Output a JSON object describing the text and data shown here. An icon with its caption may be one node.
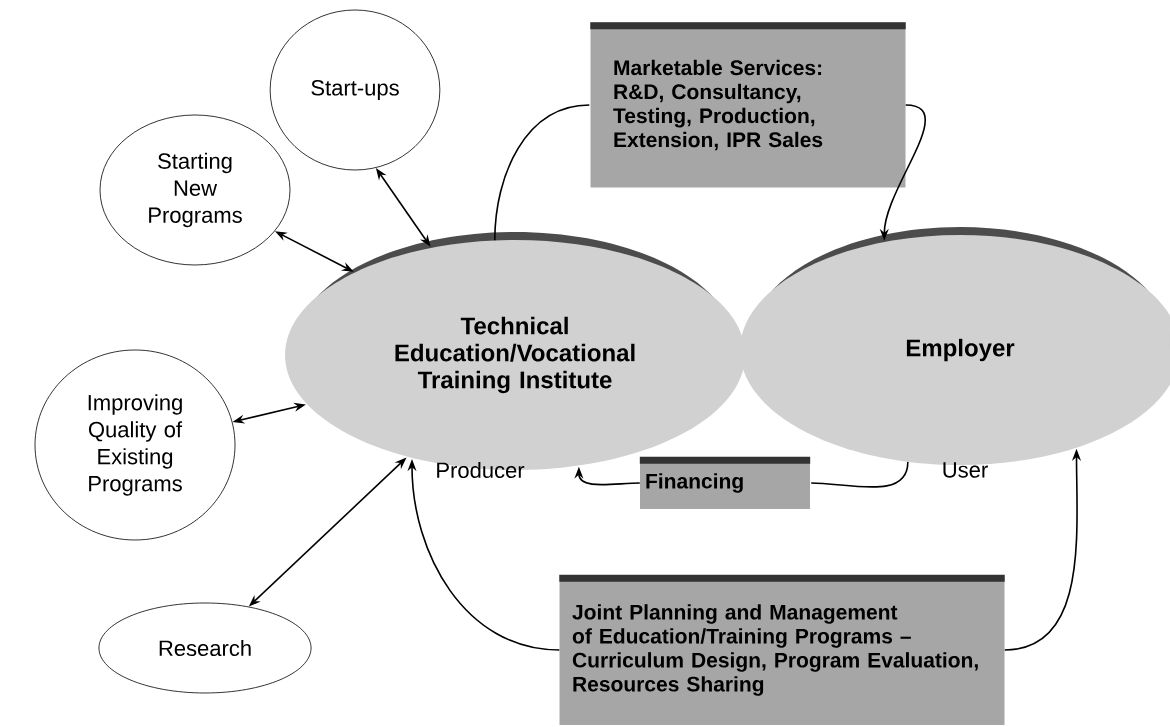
{
  "diagram": {
    "nodes": [
      {
        "text": [
          "Technical Education/Vocational Training Institute"
        ],
        "beside": [
          "Producer"
        ]
      },
      {
        "text": [
          "Employer"
        ],
        "beside": [
          "User"
        ]
      },
      {
        "text": [
          "Starting New Programs"
        ]
      },
      {
        "text": [
          "Start-ups"
        ]
      },
      {
        "text": [
          "Improving Quality of Existing Programs"
        ]
      },
      {
        "text": [
          "Research"
        ]
      },
      {
        "text": [
          "Marketable Services: R&D, Consultancy, Testing, Production, Extension, IPR Sales"
        ]
      },
      {
        "text": [
          "Financing"
        ]
      },
      {
        "text": [
          "Joint Planning and Management of Education/Training Programs – Curriculum Design, Program Evaluation, Resources Sharing"
        ]
      }
    ],
    "edges": [
      {
        "from": 2,
        "to": 0,
        "arrow": "both"
      },
      {
        "from": 3,
        "to": 0,
        "arrow": "both"
      },
      {
        "from": 4,
        "to": 0,
        "arrow": "both"
      },
      {
        "from": 5,
        "to": 0,
        "arrow": "both"
      },
      {
        "from": 0,
        "to": 6,
        "arrow": "none"
      },
      {
        "from": 6,
        "to": 1,
        "arrow": "to"
      },
      {
        "from": 1,
        "to": 7,
        "arrow": "none"
      },
      {
        "from": 7,
        "to": 0,
        "arrow": "to"
      },
      {
        "from": 8,
        "to": 0,
        "arrow": "to"
      },
      {
        "from": 8,
        "to": 1,
        "arrow": "to"
      }
    ]
  }
}
